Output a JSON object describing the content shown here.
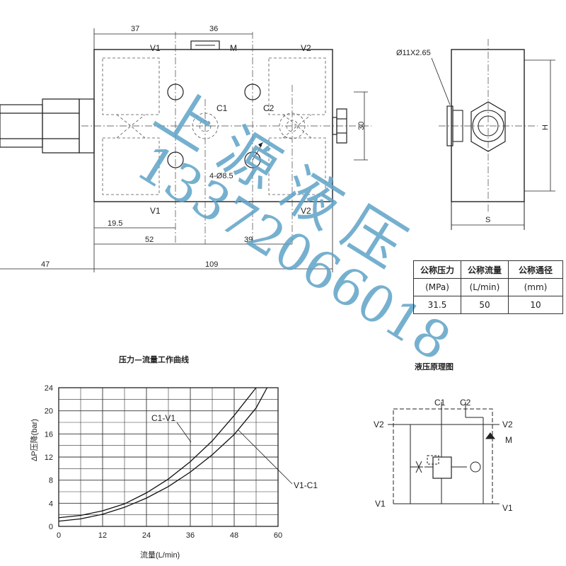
{
  "drawing": {
    "dims_top": [
      "37",
      "36"
    ],
    "dims_bottom_row1": [
      "19.5"
    ],
    "dims_bottom_row2": [
      "52",
      "39"
    ],
    "dims_bottom_row3": [
      "47",
      "109"
    ],
    "dim_right": "30",
    "ports": {
      "v1_top": "V1",
      "v2_top": "V2",
      "m": "M",
      "c1": "C1",
      "c2": "C2",
      "v1_bottom": "V1",
      "v2_bottom": "V2"
    },
    "hole_note": "4-Ø8.5",
    "side_view": {
      "thread_note": "Ø11X2.65",
      "h_label": "H",
      "s_label": "S"
    }
  },
  "spec_table": {
    "headers": [
      "公称压力",
      "公称流量",
      "公称通径"
    ],
    "units": [
      "(MPa)",
      "(L/min)",
      "(mm)"
    ],
    "values": [
      "31.5",
      "50",
      "10"
    ]
  },
  "chart_title": "压力—流量工作曲线",
  "schematic": {
    "title": "液压原理图",
    "labels": [
      "C1",
      "C2",
      "V2",
      "V2",
      "M",
      "V1",
      "V1"
    ]
  },
  "watermark": {
    "text": "上源液压",
    "phone": "13372066018"
  },
  "chart_data": {
    "type": "line",
    "title": "压力—流量工作曲线",
    "xlabel": "流量(L/min)",
    "ylabel": "ΔP压降(bar)",
    "xlim": [
      0,
      60
    ],
    "ylim": [
      0,
      24
    ],
    "xticks": [
      "0",
      "12",
      "24",
      "36",
      "48",
      "60"
    ],
    "yticks": [
      "0",
      "4",
      "8",
      "12",
      "16",
      "20",
      "24"
    ],
    "grid": true,
    "series": [
      {
        "name": "C1-V1",
        "x": [
          0,
          6,
          12,
          18,
          24,
          30,
          36,
          42,
          48,
          54
        ],
        "y": [
          1.5,
          1.9,
          2.7,
          3.9,
          5.8,
          8.2,
          11.2,
          14.8,
          19.2,
          24
        ]
      },
      {
        "name": "V1-C1",
        "x": [
          0,
          6,
          12,
          18,
          24,
          30,
          36,
          42,
          48,
          54,
          57
        ],
        "y": [
          0.9,
          1.3,
          2.1,
          3.3,
          4.9,
          6.9,
          9.4,
          12.4,
          15.9,
          20.5,
          24
        ]
      }
    ]
  }
}
